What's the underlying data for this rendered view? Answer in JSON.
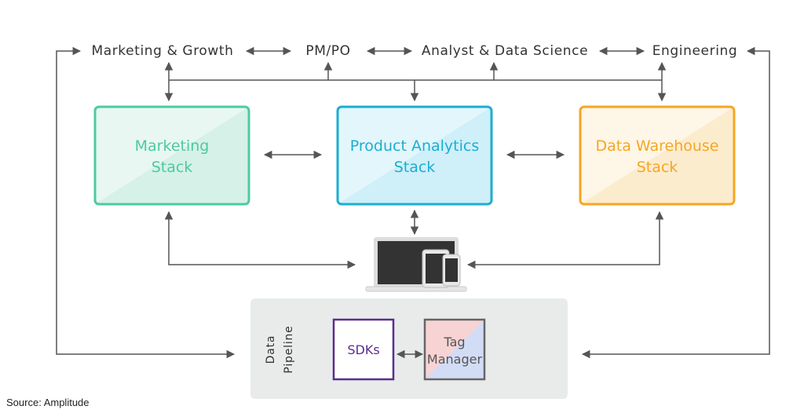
{
  "teams": [
    {
      "label": "Marketing & Growth"
    },
    {
      "label": "PM/PO"
    },
    {
      "label": "Analyst & Data Science"
    },
    {
      "label": "Engineering"
    }
  ],
  "stacks": [
    {
      "lines": [
        "Marketing",
        "Stack"
      ],
      "color": "#4dc9a4"
    },
    {
      "lines": [
        "Product Analytics",
        "Stack"
      ],
      "color": "#1aafd0"
    },
    {
      "lines": [
        "Data Warehouse",
        "Stack"
      ],
      "color": "#f5a623"
    }
  ],
  "devices": {
    "icon": "devices-icon"
  },
  "pipeline": {
    "title_lines": [
      "Data",
      "Pipeline"
    ],
    "sdk": {
      "label": "SDKs",
      "color": "#5b2d8e"
    },
    "tag_manager": {
      "lines": [
        "Tag",
        "Manager"
      ]
    }
  },
  "source": "Source: Amplitude",
  "colors": {
    "line": "#555555",
    "pipeline_bg": "#e9ebeb",
    "text": "#333333"
  }
}
